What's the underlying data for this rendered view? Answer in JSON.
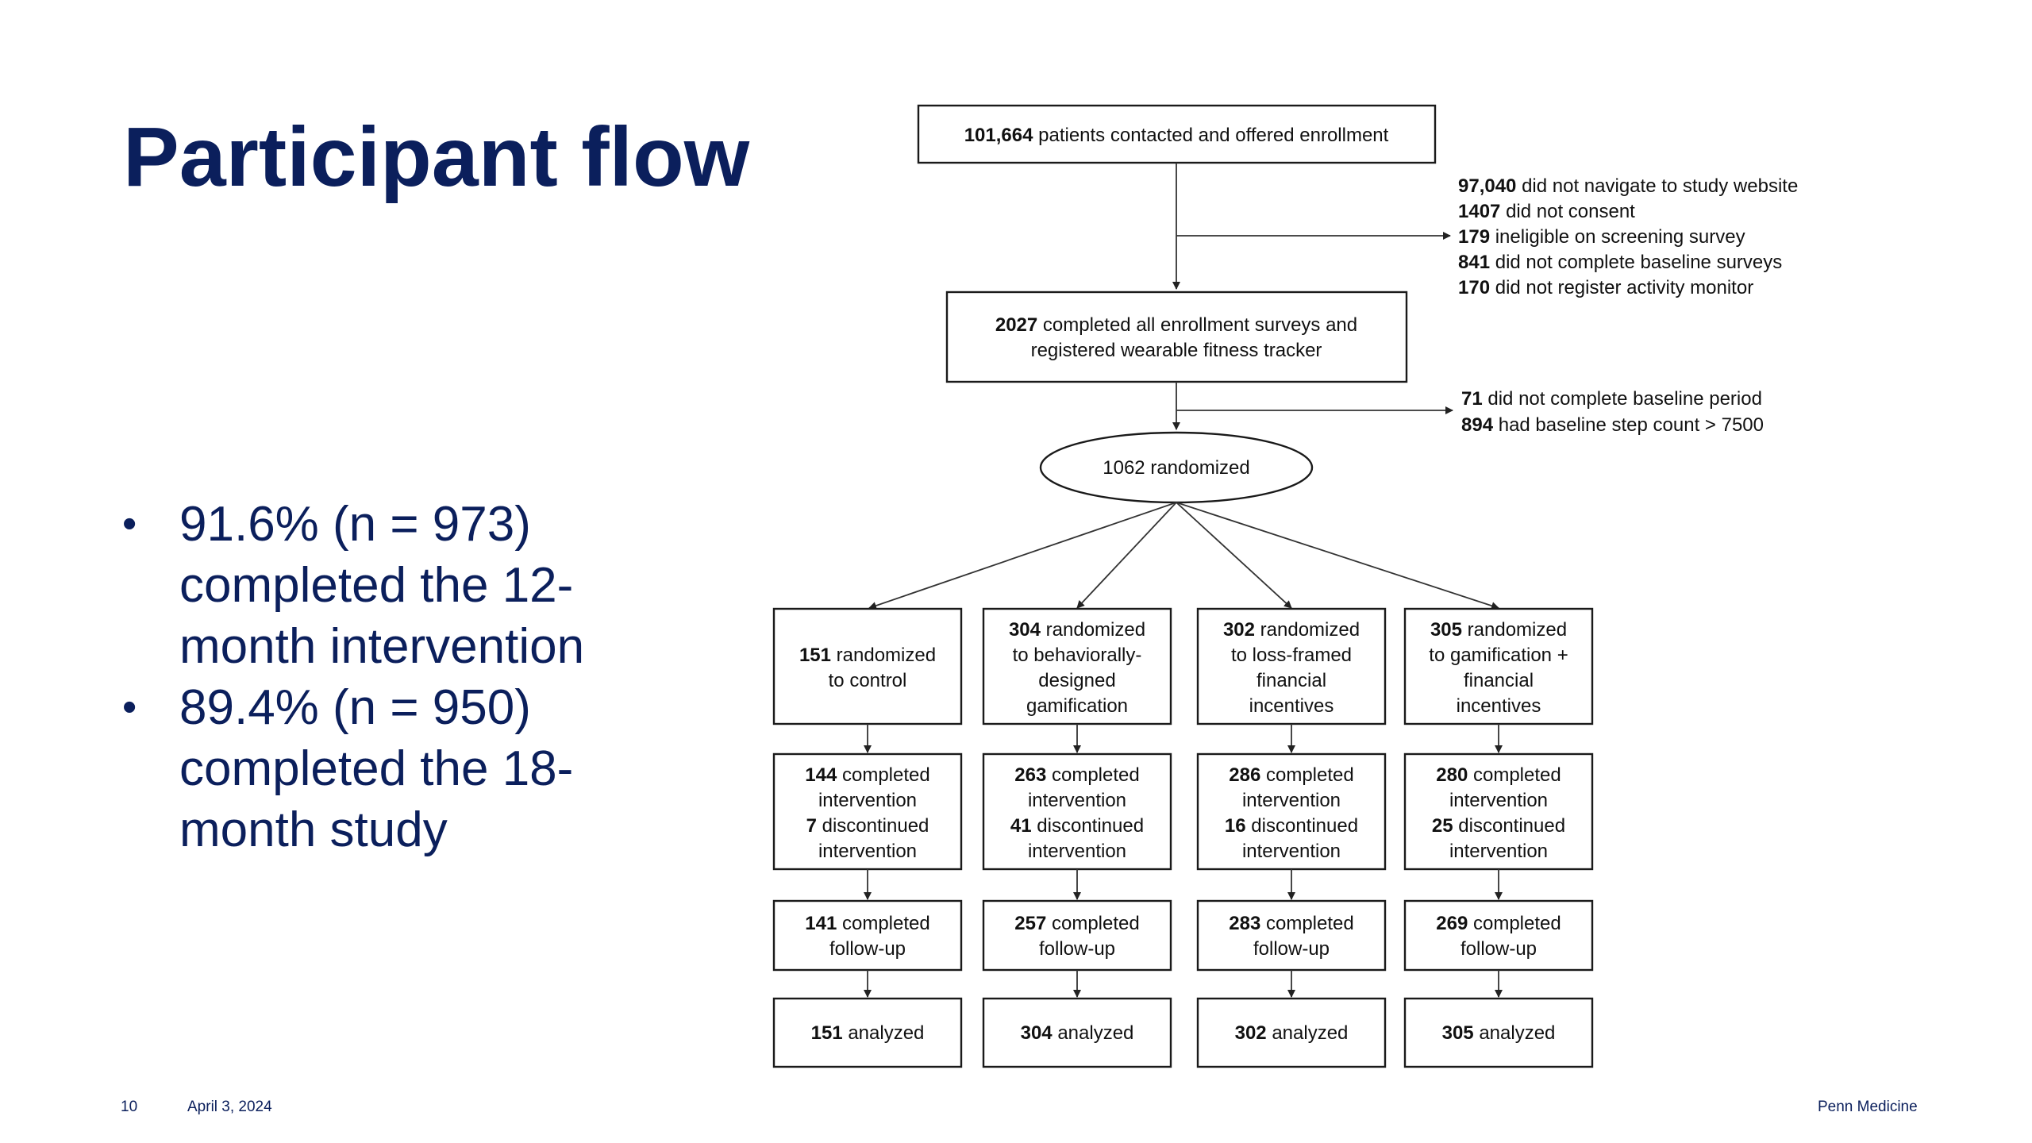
{
  "slide": {
    "title": "Participant flow",
    "bullets": [
      "91.6% (n = 973) completed the 12-month intervention",
      "89.4% (n = 950) completed the 18-month study"
    ],
    "footer": {
      "page_number": "10",
      "date": "April 3, 2024",
      "brand": "Penn Medicine"
    }
  },
  "flow": {
    "contacted": {
      "count": "101,664",
      "text": "patients contacted and offered enrollment"
    },
    "excluded_1": [
      {
        "count": "97,040",
        "text": "did not navigate to study website"
      },
      {
        "count": "1407",
        "text": "did not consent"
      },
      {
        "count": "179",
        "text": "ineligible on screening survey"
      },
      {
        "count": "841",
        "text": "did not complete baseline surveys"
      },
      {
        "count": "170",
        "text": "did not register activity monitor"
      }
    ],
    "enrolled": {
      "count": "2027",
      "line1": "completed all enrollment surveys and",
      "line2": "registered wearable fitness tracker"
    },
    "excluded_2": [
      {
        "count": "71",
        "text": "did not complete baseline period"
      },
      {
        "count": "894",
        "text": "had baseline step count > 7500"
      }
    ],
    "randomized": "1062 randomized",
    "arms": [
      {
        "alloc_count": "151",
        "alloc_lines": [
          "randomized",
          "to control"
        ],
        "completed": "144",
        "completed_text": "completed",
        "intervention_1": "intervention",
        "discontinued": "7",
        "discontinued_text": "discontinued",
        "intervention_2": "intervention",
        "followup": "141",
        "followup_text_1": "completed",
        "followup_text_2": "follow-up",
        "analyzed": "151",
        "analyzed_text": "analyzed"
      },
      {
        "alloc_count": "304",
        "alloc_lines": [
          "randomized",
          "to behaviorally-",
          "designed",
          "gamification"
        ],
        "completed": "263",
        "completed_text": "completed",
        "intervention_1": "intervention",
        "discontinued": "41",
        "discontinued_text": "discontinued",
        "intervention_2": "intervention",
        "followup": "257",
        "followup_text_1": "completed",
        "followup_text_2": "follow-up",
        "analyzed": "304",
        "analyzed_text": "analyzed"
      },
      {
        "alloc_count": "302",
        "alloc_lines": [
          "randomized",
          "to loss-framed",
          "financial",
          "incentives"
        ],
        "completed": "286",
        "completed_text": "completed",
        "intervention_1": "intervention",
        "discontinued": "16",
        "discontinued_text": "discontinued",
        "intervention_2": "intervention",
        "followup": "283",
        "followup_text_1": "completed",
        "followup_text_2": "follow-up",
        "analyzed": "302",
        "analyzed_text": "analyzed"
      },
      {
        "alloc_count": "305",
        "alloc_lines": [
          "randomized",
          "to gamification +",
          "financial",
          "incentives"
        ],
        "completed": "280",
        "completed_text": "completed",
        "intervention_1": "intervention",
        "discontinued": "25",
        "discontinued_text": "discontinued",
        "intervention_2": "intervention",
        "followup": "269",
        "followup_text_1": "completed",
        "followup_text_2": "follow-up",
        "analyzed": "305",
        "analyzed_text": "analyzed"
      }
    ]
  }
}
